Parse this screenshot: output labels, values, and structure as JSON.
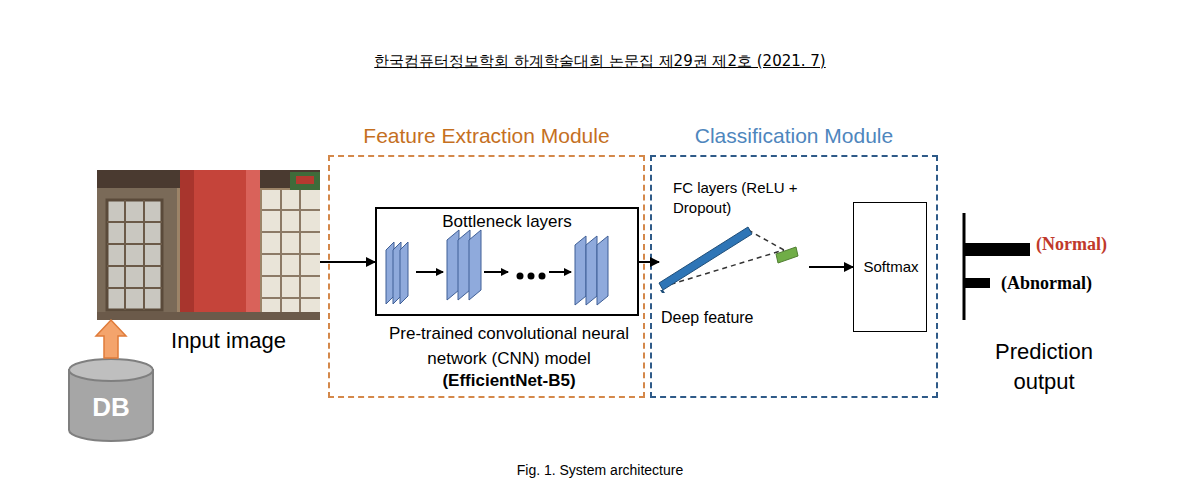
{
  "diagram": {
    "caption": "Fig. 1. System architecture",
    "nodes": [
      {
        "text": [
          "Input image"
        ]
      },
      {
        "text": [
          "DB"
        ]
      },
      {
        "text": [
          "Feature Extraction Module"
        ]
      },
      {
        "text": [
          "Bottleneck layers",
          "Pre-trained convolutional neural network (CNN) model",
          "(EfficientNet-B5)"
        ],
        "in": 2
      },
      {
        "text": [
          "Classification Module"
        ]
      },
      {
        "text": [
          "FC layers (ReLU + Dropout)",
          "Deep feature"
        ],
        "in": 4
      },
      {
        "text": [
          "Softmax"
        ],
        "in": 4
      },
      {
        "text": [
          "(Normal)",
          "(Abnormal)",
          "Prediction output"
        ]
      }
    ],
    "edges": [
      {
        "from": 1,
        "to": 0,
        "arrow": "to"
      },
      {
        "from": 0,
        "to": 3,
        "arrow": "to"
      },
      {
        "from": 3,
        "to": 5,
        "arrow": "to"
      },
      {
        "from": 5,
        "to": 6,
        "arrow": "to"
      }
    ],
    "labels": [
      "한국컴퓨터정보학회 하계학술대회 논문집 제29권 제2호 (2021. 7)"
    ]
  }
}
